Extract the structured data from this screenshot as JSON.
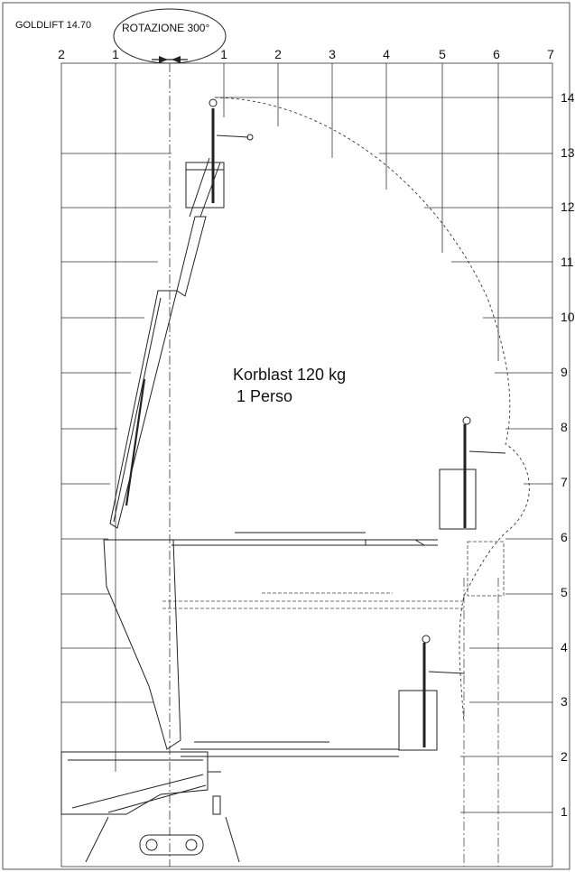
{
  "header": {
    "model": "GOLDLIFT 14.70",
    "rotation": "ROTAZIONE 300°"
  },
  "axes": {
    "x_ticks": [
      "2",
      "1",
      "1",
      "2",
      "3",
      "4",
      "5",
      "6",
      "7"
    ],
    "y_ticks": [
      "14",
      "13",
      "12",
      "11",
      "10",
      "9",
      "8",
      "7",
      "6",
      "5",
      "4",
      "3",
      "2",
      "1"
    ]
  },
  "load": {
    "line1": "Korblast 120 kg",
    "line2": "1 Perso"
  },
  "colors": {
    "line": "#222222",
    "grid": "#333333",
    "background": "#ffffff"
  },
  "icons": [
    "rotation-arrows-icon",
    "basket-icon",
    "crawler-track-icon"
  ]
}
